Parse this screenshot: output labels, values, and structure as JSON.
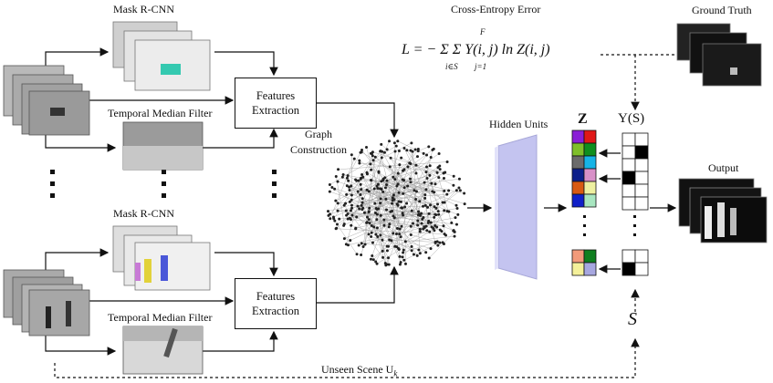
{
  "labels": {
    "mask_rcnn_top": "Mask R-CNN",
    "tmf_top": "Temporal Median Filter",
    "mask_rcnn_bottom": "Mask R-CNN",
    "tmf_bottom": "Temporal Median Filter",
    "features_top": "Features\nExtraction",
    "features_bottom": "Features\nExtraction",
    "graph_construction": "Graph\nConstruction",
    "cross_entropy": "Cross-Entropy Error",
    "ground_truth": "Ground Truth",
    "hidden_units": "Hidden Units",
    "z_label": "Z",
    "y_label": "Y(S)",
    "output": "Output",
    "unseen_scene": "Unseen Scene U",
    "unseen_scene_sub": "k",
    "s_symbol": "S",
    "loss_formula": "L = − Σ Σ Y(i, j) ln Z(i, j)",
    "sum_top": "F",
    "sum1_sub": "i∈S",
    "sum2_sub": "j=1"
  },
  "colors": {
    "z_top_rows": [
      [
        "#8a1fd6",
        "#e01818"
      ],
      [
        "#7fbf2a",
        "#0f8f1f"
      ],
      [
        "#6b6b6b",
        "#16b4e6"
      ],
      [
        "#0d1f8a",
        "#d890c8"
      ],
      [
        "#d85a12",
        "#eef0a0"
      ],
      [
        "#1020c8",
        "#a8e6c0"
      ]
    ],
    "z_bottom_rows": [
      [
        "#f29a7a",
        "#0f7f1f"
      ],
      [
        "#f4f09a",
        "#a7a7e0"
      ]
    ],
    "y_top_rows": [
      [
        0,
        0
      ],
      [
        0,
        1
      ],
      [
        0,
        0
      ],
      [
        1,
        0
      ],
      [
        0,
        0
      ],
      [
        0,
        0
      ]
    ],
    "y_bottom_rows": [
      [
        0,
        0
      ],
      [
        1,
        0
      ]
    ],
    "hidden_units": "#c9c9f2"
  }
}
